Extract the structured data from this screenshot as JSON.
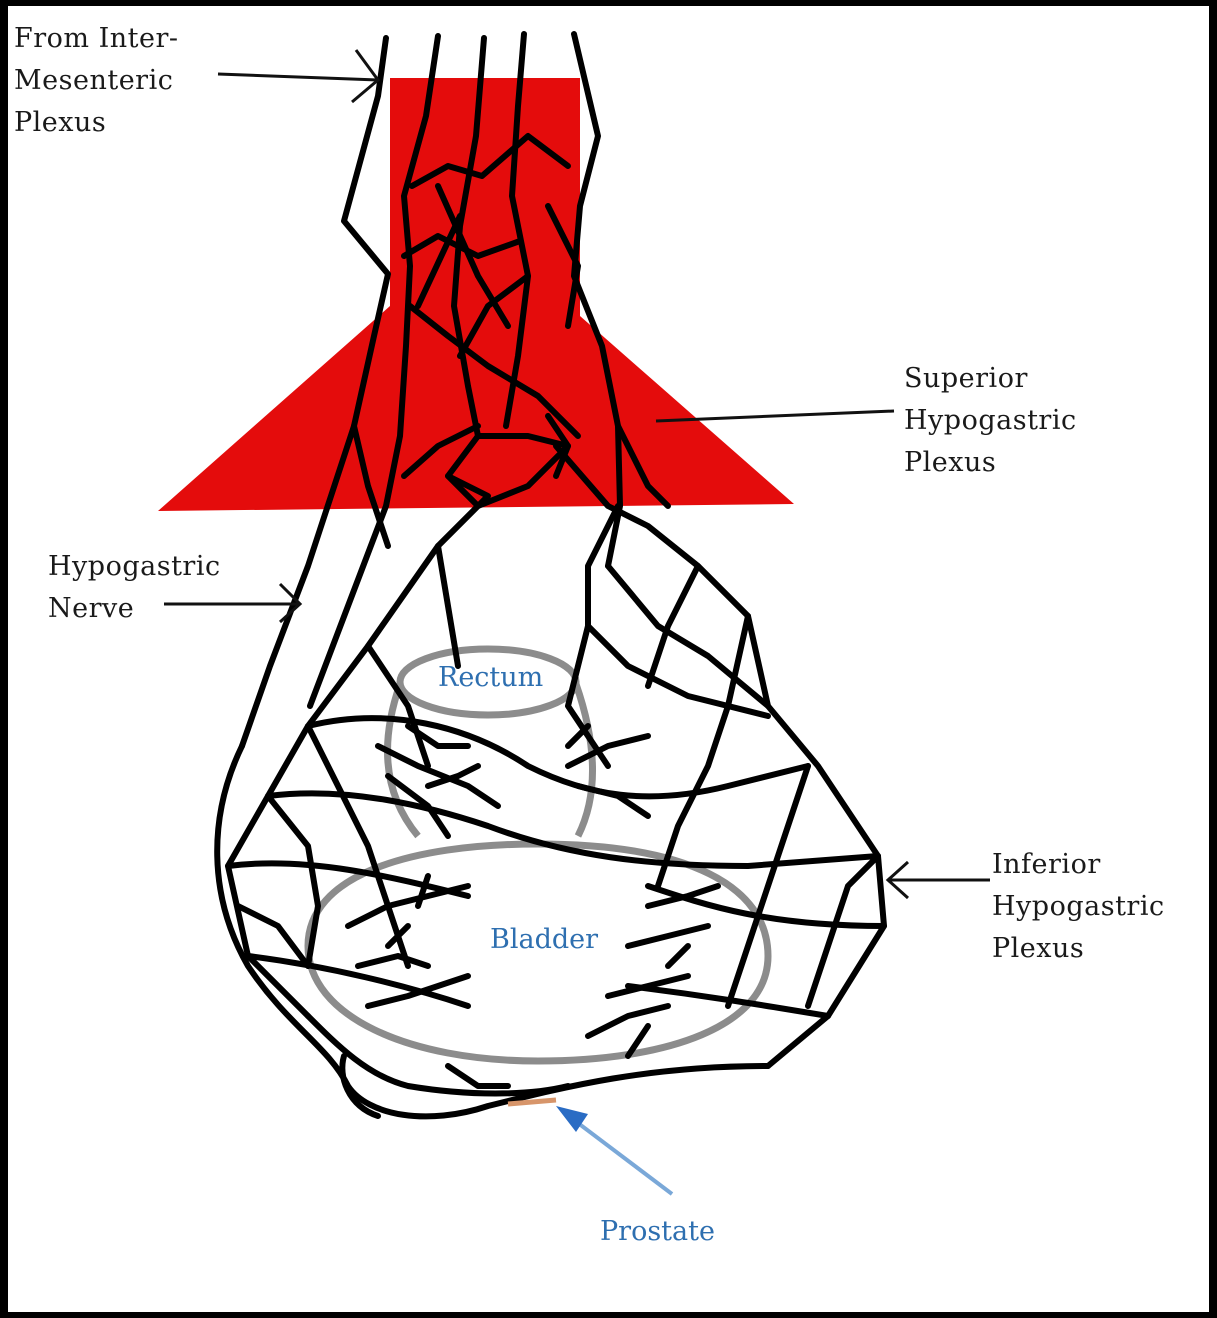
{
  "labels": {
    "inter_mesenteric": [
      "From Inter-",
      "Mesenteric",
      "Plexus"
    ],
    "superior_hypogastric": [
      "Superior",
      "Hypogastric",
      "Plexus"
    ],
    "hypogastric_nerve": [
      "Hypogastric",
      "Nerve"
    ],
    "inferior_hypogastric": [
      "Inferior",
      "Hypogastric",
      "Plexus"
    ]
  },
  "organs": {
    "rectum": "Rectum",
    "bladder": "Bladder",
    "prostate": "Prostate"
  },
  "colors": {
    "plexus_red": "#e40c0c",
    "nerve": "#000000",
    "organ_outline": "#8c8c8c",
    "organ_label": "#2e6fb0",
    "prostate_arrow": "#2a6cc4"
  }
}
